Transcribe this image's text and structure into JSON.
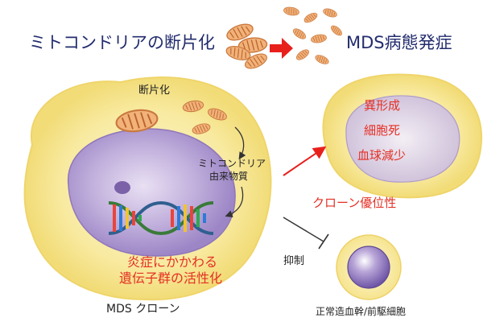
{
  "header": {
    "left_title": "ミトコンドリアの断片化",
    "right_title": "MDS病態発症"
  },
  "mds_clone": {
    "fragment_label": "断片化",
    "mito_material_line1": "ミトコンドリア",
    "mito_material_line2": "由来物質",
    "gene_line1": "炎症にかかわる",
    "gene_line2": "遺伝子群の活性化",
    "caption": "MDS クローン"
  },
  "outcome_cell": {
    "item1": "異形成",
    "item2": "細胞死",
    "item3": "血球減少",
    "advantage": "クローン優位性"
  },
  "normal_cell": {
    "inhibit_label": "抑制",
    "caption": "正常造血幹/前駆細胞"
  },
  "colors": {
    "navy_text": "#232d6e",
    "red_text": "#e53025",
    "arrow_red": "#e8201c",
    "cytoplasm_yellow": "#f8eaa0",
    "nucleus_purple": "#b8a3d6",
    "mitochondria_orange": "#e8a060"
  }
}
